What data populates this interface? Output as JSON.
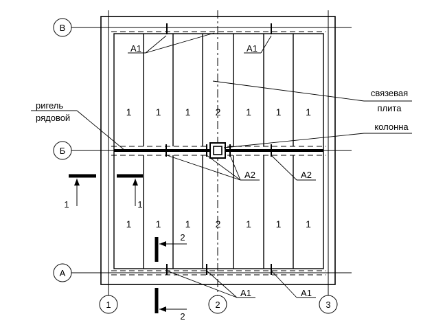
{
  "axes": {
    "rows": [
      {
        "id": "row-v",
        "label": "В"
      },
      {
        "id": "row-b",
        "label": "Б"
      },
      {
        "id": "row-a",
        "label": "А"
      }
    ],
    "columns": [
      {
        "id": "col-1",
        "label": "1"
      },
      {
        "id": "col-2",
        "label": "2"
      },
      {
        "id": "col-3",
        "label": "3"
      }
    ]
  },
  "slabs": {
    "top": [
      "1",
      "1",
      "1",
      "2",
      "1",
      "1",
      "1"
    ],
    "bottom": [
      "1",
      "1",
      "1",
      "2",
      "1",
      "1",
      "1"
    ]
  },
  "callouts": {
    "tie_slab": [
      "связевая",
      "плита"
    ],
    "girder": [
      "ригель",
      "рядовой"
    ],
    "column": "колонна",
    "a1_top_left": "А1",
    "a1_top_right": "А1",
    "a2_center": "А2",
    "a2_right": "А2",
    "a1_bottom_center": "А1",
    "a1_bottom_right": "А1"
  },
  "sections": [
    {
      "id": "section-1-left",
      "label": "1"
    },
    {
      "id": "section-1-right",
      "label": "1"
    },
    {
      "id": "section-2-upper",
      "label": "2"
    },
    {
      "id": "section-2-lower",
      "label": "2"
    }
  ]
}
